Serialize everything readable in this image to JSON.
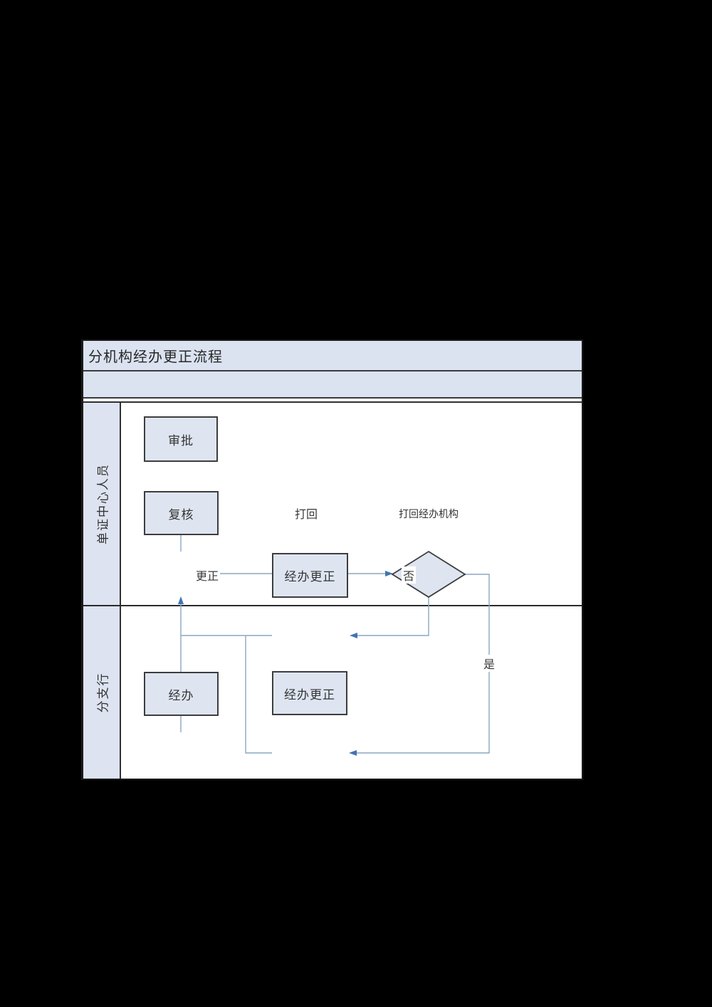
{
  "diagram": {
    "title": "分机构经办更正流程",
    "lanes": [
      {
        "label": "单证中心人员"
      },
      {
        "label": "分支行"
      }
    ],
    "nodes": {
      "approve": {
        "label": "审批"
      },
      "review": {
        "label": "复核"
      },
      "return_decision": {
        "label": "打回经办机构"
      },
      "correction_upper": {
        "label": "经办更正"
      },
      "handle": {
        "label": "经办"
      },
      "correction_lower": {
        "label": "经办更正"
      }
    },
    "edge_labels": {
      "returned": "打回",
      "no": "否",
      "correct": "更正",
      "yes": "是"
    },
    "edges": [
      {
        "from": "经办",
        "to": "复核",
        "label": ""
      },
      {
        "from": "复核",
        "to": "审批",
        "label": ""
      },
      {
        "from": "复核",
        "to": "打回经办机构",
        "label": "打回"
      },
      {
        "from": "打回经办机构",
        "to": "经办更正(单证中心人员)",
        "label": "否"
      },
      {
        "from": "经办更正(单证中心人员)",
        "to": "复核",
        "label": "更正"
      },
      {
        "from": "打回经办机构",
        "to": "经办更正(分支行)",
        "label": "是"
      },
      {
        "from": "经办更正(分支行)",
        "to": "复核",
        "label": "更正"
      }
    ],
    "colors": {
      "page_background": "#000000",
      "chart_background": "#ffffff",
      "band_fill": "#dbe3f1",
      "node_fill": "#dee5f1",
      "node_border": "#3d3d3d",
      "connector": "#8aa7c2",
      "arrowhead": "#4273b2",
      "text": "#333333"
    }
  }
}
